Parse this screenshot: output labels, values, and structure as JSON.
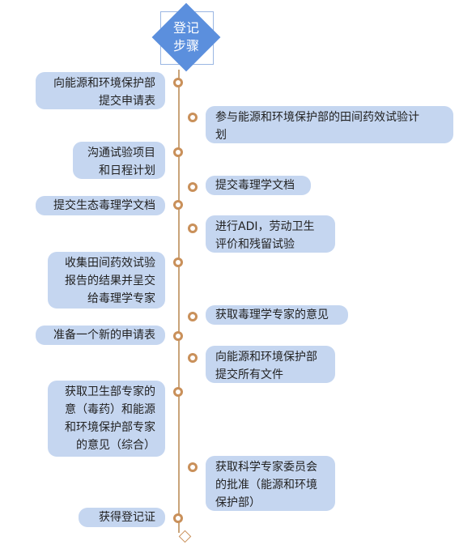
{
  "title": "登记\n步骤",
  "steps_left": [
    {
      "text": "向能源和环境保护部\n提交申请表"
    },
    {
      "text": "沟通试验项目\n和日程计划"
    },
    {
      "text": "提交生态毒理学文档"
    },
    {
      "text": "收集田间药效试验\n报告的结果并呈交\n给毒理学专家"
    },
    {
      "text": "准备一个新的申请表"
    },
    {
      "text": "获取卫生部专家的\n意（毒药）和能源\n和环境保护部专家\n的意见（综合）"
    },
    {
      "text": "获得登记证"
    }
  ],
  "steps_right": [
    {
      "text": "参与能源和环境保护部的田间药效试验计\n划"
    },
    {
      "text": "提交毒理学文档"
    },
    {
      "text": "进行ADI，劳动卫生\n评价和残留试验"
    },
    {
      "text": "获取毒理学专家的意见"
    },
    {
      "text": "向能源和环境保护部\n提交所有文件"
    },
    {
      "text": "获取科学专家委员会\n的批准（能源和环境\n保护部）"
    }
  ]
}
